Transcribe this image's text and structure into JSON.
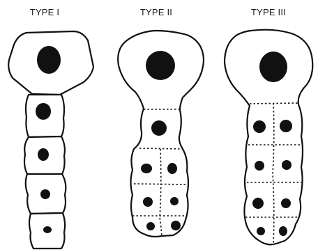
{
  "labels": {
    "type1": "TYPE I",
    "type2": "TYPE II",
    "type3": "TYPE III"
  },
  "colors": {
    "stroke": "#111111",
    "background": "#ffffff"
  }
}
